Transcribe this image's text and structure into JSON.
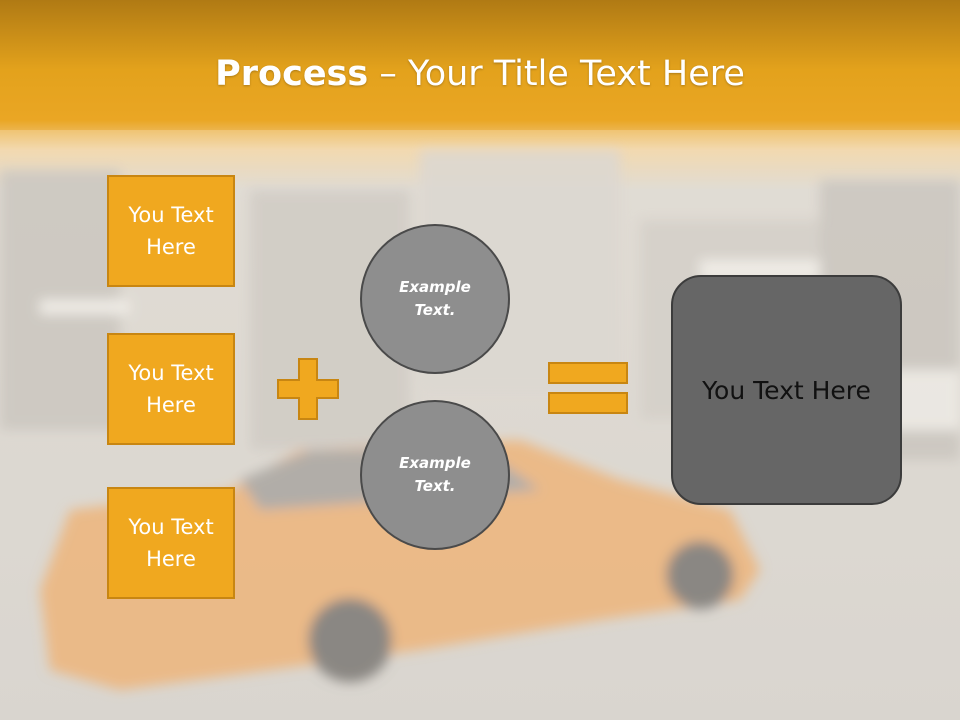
{
  "title": {
    "bold": "Process",
    "dash": " – ",
    "rest": "Your Title Text Here"
  },
  "boxes": [
    "You Text Here",
    "You Text Here",
    "You Text Here"
  ],
  "circles": [
    "Example Text.",
    "Example Text."
  ],
  "result": "You Text Here",
  "colors": {
    "header": "#e3a21c",
    "box_fill": "#f0a81f",
    "box_border": "#c88612",
    "circle_fill": "#8e8e8e",
    "result_fill": "#666666"
  }
}
